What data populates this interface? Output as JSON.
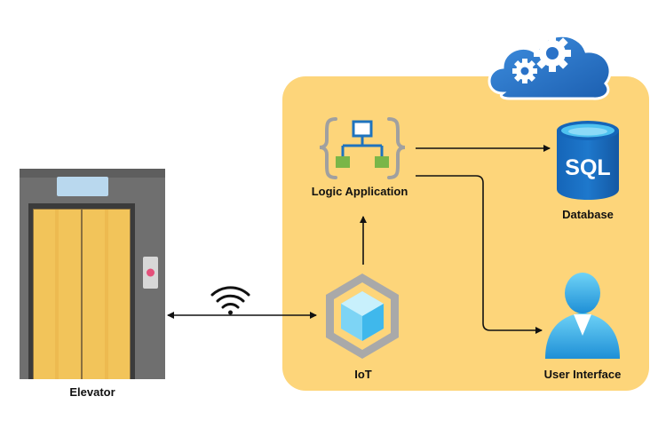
{
  "nodes": {
    "elevator": {
      "label": "Elevator",
      "icon": "elevator-icon"
    },
    "logic_app": {
      "label": "Logic Application",
      "icon": "logic-app-icon"
    },
    "iot": {
      "label": "IoT",
      "icon": "iot-hub-icon"
    },
    "database": {
      "label": "Database",
      "icon": "sql-database-icon",
      "badge": "SQL"
    },
    "user_interface": {
      "label": "User Interface",
      "icon": "user-icon"
    },
    "cloud": {
      "icon": "cloud-gears-icon"
    },
    "wireless": {
      "icon": "wifi-icon"
    }
  },
  "edges": [
    {
      "from": "elevator",
      "to": "iot",
      "direction": "both"
    },
    {
      "from": "iot",
      "to": "logic_app",
      "direction": "forward"
    },
    {
      "from": "logic_app",
      "to": "database",
      "direction": "forward"
    },
    {
      "from": "logic_app",
      "to": "user_interface",
      "direction": "forward"
    }
  ],
  "colors": {
    "panel": "#FDD57A",
    "elevator_frame": "#6F6F6F",
    "elevator_door": "#F2C45A",
    "azure_blue": "#1E73BE",
    "light_blue": "#5BC4F1",
    "green": "#7AB648",
    "arrow": "#111111"
  }
}
